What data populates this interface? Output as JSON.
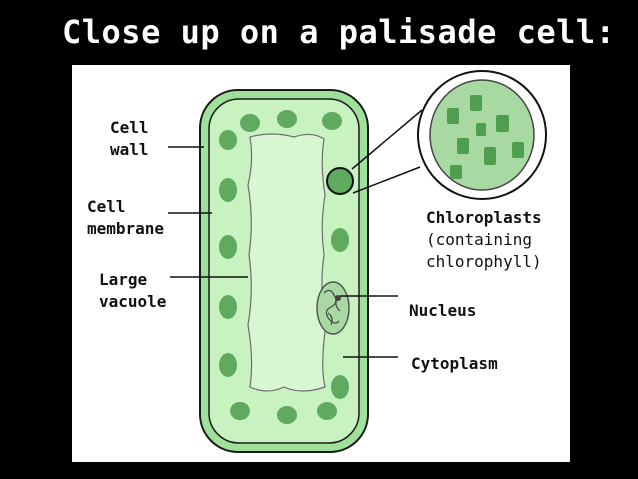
{
  "title": "Close up on a palisade cell:",
  "labels": {
    "cell_wall": [
      "Cell",
      "wall"
    ],
    "cell_membrane": [
      "Cell",
      "membrane"
    ],
    "large_vacuole": [
      "Large",
      "vacuole"
    ],
    "chloroplasts": "Chloroplasts",
    "chloroplasts_note": [
      "(containing",
      "chlorophyll)"
    ],
    "nucleus": "Nucleus",
    "cytoplasm": "Cytoplasm"
  },
  "colors": {
    "background": "#000000",
    "panel": "#ffffff",
    "cell_wall": "#9fe09a",
    "cytoplasm": "#c8f2c0",
    "vacuole": "#d8f6d2",
    "chloroplast": "#5faa5f",
    "line": "#111111"
  }
}
